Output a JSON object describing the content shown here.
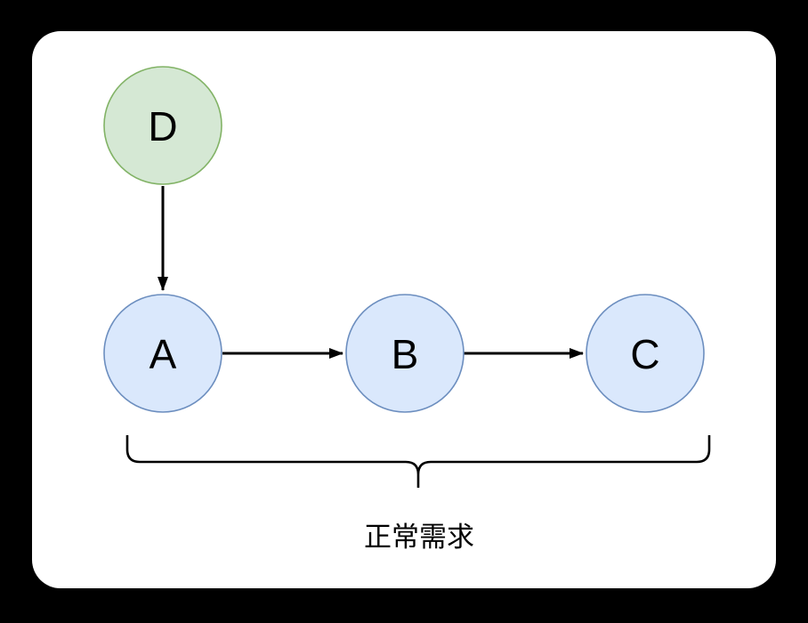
{
  "canvas": {
    "background_color": "#000000",
    "surface_color": "#ffffff"
  },
  "diagram": {
    "nodes": [
      {
        "label": "D",
        "fill": "#d5e8d4",
        "stroke": "#82b366"
      },
      {
        "label": "A",
        "fill": "#dae8fc",
        "stroke": "#6c8ebf"
      },
      {
        "label": "B",
        "fill": "#dae8fc",
        "stroke": "#6c8ebf"
      },
      {
        "label": "C",
        "fill": "#dae8fc",
        "stroke": "#6c8ebf"
      }
    ],
    "edges": [
      {
        "from": "D",
        "to": "A"
      },
      {
        "from": "A",
        "to": "B"
      },
      {
        "from": "B",
        "to": "C"
      }
    ],
    "caption": "正常需求",
    "edge_color": "#000000",
    "text_color": "#000000"
  }
}
